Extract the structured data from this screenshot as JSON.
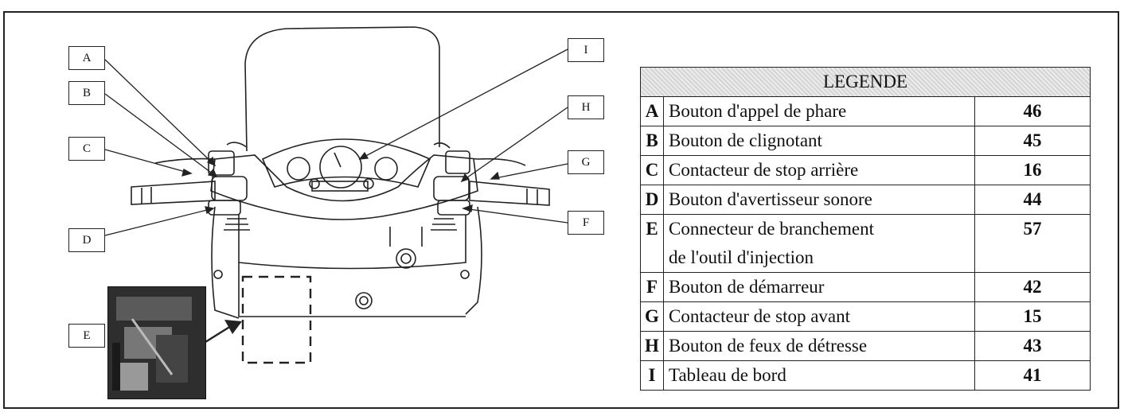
{
  "legend": {
    "header": "LEGENDE",
    "rows": [
      {
        "key": "A",
        "label": "Bouton d'appel de phare",
        "page": "46"
      },
      {
        "key": "B",
        "label": "Bouton de clignotant",
        "page": "45"
      },
      {
        "key": "C",
        "label": "Contacteur de stop arrière",
        "page": "16"
      },
      {
        "key": "D",
        "label": "Bouton d'avertisseur sonore",
        "page": "44"
      },
      {
        "key": "E",
        "label": "Connecteur de branchement",
        "label2": "de l'outil d'injection",
        "page": "57"
      },
      {
        "key": "F",
        "label": "Bouton de démarreur",
        "page": "42"
      },
      {
        "key": "G",
        "label": "Contacteur de stop avant",
        "page": "15"
      },
      {
        "key": "H",
        "label": "Bouton de feux de détresse",
        "page": "43"
      },
      {
        "key": "I",
        "label": "Tableau de bord",
        "page": "41"
      }
    ]
  },
  "callouts": {
    "a": "A",
    "b": "B",
    "c": "C",
    "d": "D",
    "e": "E",
    "f": "F",
    "g": "G",
    "h": "H",
    "i": "I"
  },
  "icons": {
    "diagram": "scooter-handlebar-line-drawing",
    "photo": "injection-connector-photo"
  }
}
